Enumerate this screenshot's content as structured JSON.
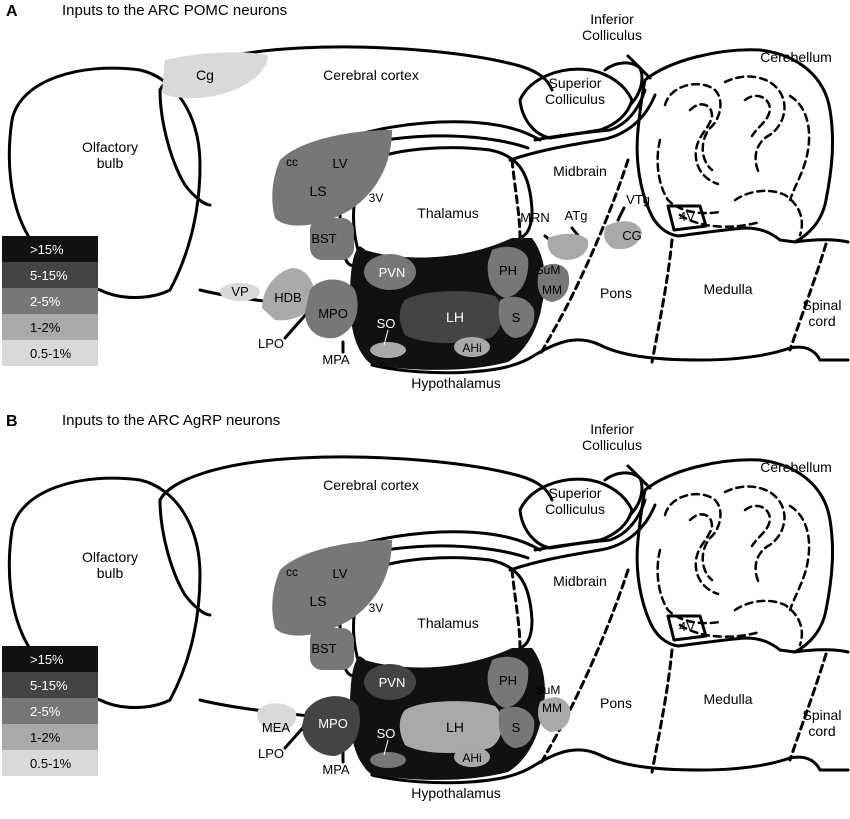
{
  "panels": [
    {
      "letter": "A",
      "title": "Inputs to the ARC POMC neurons",
      "labels": {
        "olfactory": [
          "Olfactory",
          "bulb"
        ],
        "cortex": "Cerebral cortex",
        "inferior": [
          "Inferior",
          "Colliculus"
        ],
        "superior": [
          "Superior",
          "Colliculus"
        ],
        "cerebellum": "Cerebellum",
        "midbrain": "Midbrain",
        "thalamus": "Thalamus",
        "pons": "Pons",
        "medulla": "Medulla",
        "spinal": [
          "Spinal",
          "cord"
        ],
        "hypothalamus": "Hypothalamus",
        "v4": "4V",
        "v3": "3V",
        "cc": "cc",
        "lv": "LV",
        "ls": "LS",
        "bst": "BST",
        "hdb": "HDB",
        "vp": "VP",
        "mpo": "MPO",
        "lpo": "LPO",
        "mpa": "MPA",
        "pvn": "PVN",
        "so": "SO",
        "lh": "LH",
        "ahi": "AHi",
        "ph": "PH",
        "s": "S",
        "sum": "SuM",
        "mm": "MM",
        "mrn": "MRN",
        "atg": "ATg",
        "vtg": "VTg",
        "cg_gray": "CG",
        "cg": "Cg"
      }
    },
    {
      "letter": "B",
      "title": "Inputs to the ARC AgRP neurons",
      "labels": {
        "olfactory": [
          "Olfactory",
          "bulb"
        ],
        "cortex": "Cerebral cortex",
        "inferior": [
          "Inferior",
          "Colliculus"
        ],
        "superior": [
          "Superior",
          "Colliculus"
        ],
        "cerebellum": "Cerebellum",
        "midbrain": "Midbrain",
        "thalamus": "Thalamus",
        "pons": "Pons",
        "medulla": "Medulla",
        "spinal": [
          "Spinal",
          "cord"
        ],
        "hypothalamus": "Hypothalamus",
        "v4": "4V",
        "v3": "3V",
        "cc": "cc",
        "lv": "LV",
        "ls": "LS",
        "bst": "BST",
        "mea": "MEA",
        "mpo": "MPO",
        "lpo": "LPO",
        "mpa": "MPA",
        "pvn": "PVN",
        "so": "SO",
        "lh": "LH",
        "ahi": "AHi",
        "ph": "PH",
        "s": "S",
        "sum": "SuM",
        "mm": "MM"
      }
    }
  ],
  "legend": [
    {
      "label": ">15%",
      "color": "#111111"
    },
    {
      "label": "5-15%",
      "color": "#444444"
    },
    {
      "label": "2-5%",
      "color": "#777777"
    },
    {
      "label": "1-2%",
      "color": "#a9a9a9"
    },
    {
      "label": "0.5-1%",
      "color": "#d9d9d9"
    }
  ]
}
